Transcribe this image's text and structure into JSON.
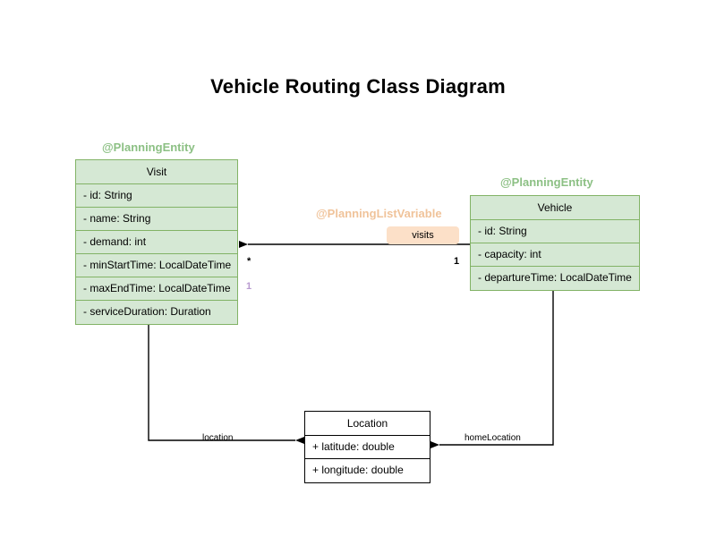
{
  "title": "Vehicle Routing Class Diagram",
  "stereotypes": {
    "planning_entity": "@PlanningEntity",
    "planning_list_variable": "@PlanningListVariable"
  },
  "colors": {
    "class_fill": "#d5e8d4",
    "class_border": "#82b366",
    "stereotype_entity": "#8cc084",
    "stereotype_listvar": "#f0c39a",
    "chip_fill": "#fce0c8",
    "plain_border": "#000000",
    "faded_multiplicity": "#b89ad0"
  },
  "classes": {
    "visit": {
      "name": "Visit",
      "stereotype": "@PlanningEntity",
      "attributes": [
        "- id: String",
        "- name: String",
        "- demand: int",
        "- minStartTime: LocalDateTime",
        "- maxEndTime: LocalDateTime",
        "- serviceDuration: Duration"
      ]
    },
    "vehicle": {
      "name": "Vehicle",
      "stereotype": "@PlanningEntity",
      "attributes": [
        "- id: String",
        "- capacity: int",
        "- departureTime: LocalDateTime"
      ]
    },
    "location": {
      "name": "Location",
      "stereotype": "",
      "attributes": [
        "+ latitude: double",
        "+ longitude: double"
      ]
    }
  },
  "relations": {
    "visits": {
      "label": "visits",
      "stereotype": "@PlanningListVariable",
      "source_multiplicity": "1",
      "target_multiplicity": "*",
      "extra_multiplicity": "1"
    },
    "location": {
      "label": "location"
    },
    "home_location": {
      "label": "homeLocation"
    }
  }
}
